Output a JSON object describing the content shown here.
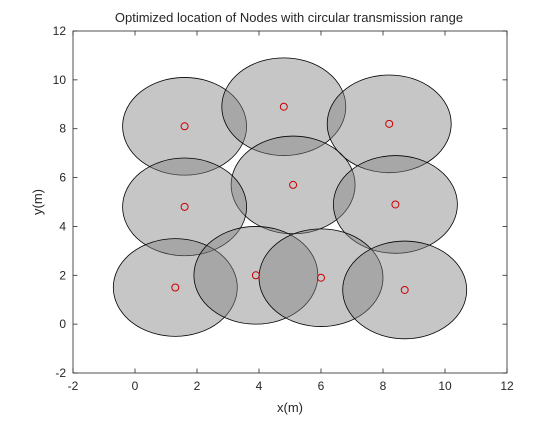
{
  "chart_data": {
    "type": "scatter",
    "title": "Optimized location of Nodes with circular transmission range",
    "xlabel": "x(m)",
    "ylabel": "y(m)",
    "xlim": [
      -2,
      12
    ],
    "ylim": [
      -2,
      12
    ],
    "xticks": [
      -2,
      0,
      2,
      4,
      6,
      8,
      10,
      12
    ],
    "yticks": [
      -2,
      0,
      2,
      4,
      6,
      8,
      10,
      12
    ],
    "xtick_labels": [
      "-2",
      "0",
      "2",
      "4",
      "6",
      "8",
      "10",
      "12"
    ],
    "ytick_labels": [
      "-2",
      "0",
      "2",
      "4",
      "6",
      "8",
      "10",
      "12"
    ],
    "grid": false,
    "transmission_radius": 2,
    "nodes": [
      {
        "x": 1.6,
        "y": 8.1
      },
      {
        "x": 4.8,
        "y": 8.9
      },
      {
        "x": 8.2,
        "y": 8.2
      },
      {
        "x": 5.1,
        "y": 5.7
      },
      {
        "x": 1.6,
        "y": 4.8
      },
      {
        "x": 8.4,
        "y": 4.9
      },
      {
        "x": 1.3,
        "y": 1.5
      },
      {
        "x": 3.9,
        "y": 2.0
      },
      {
        "x": 6.0,
        "y": 1.9
      },
      {
        "x": 8.7,
        "y": 1.4
      }
    ],
    "colors": {
      "range_fill": "#808080",
      "range_opacity": 0.45,
      "range_edge": "#000000",
      "node_marker": "#cc0000",
      "axes": "#262626"
    }
  }
}
